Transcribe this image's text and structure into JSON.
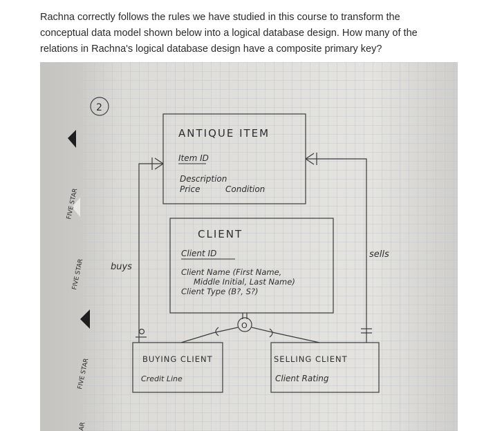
{
  "question": {
    "lines": [
      "Rachna correctly follows the rules we have studied in this course to transform the",
      "conceptual data model shown below into a logical database design. How many of the",
      "relations in Rachna's logical database design have a composite primary key?"
    ]
  },
  "diagram": {
    "page_number": "2",
    "antique_item": {
      "title": "ANTIQUE ITEM",
      "key": "Item ID",
      "attr1": "Description",
      "attr2": "Price",
      "attr3": "Condition"
    },
    "client": {
      "title": "CLIENT",
      "key": "Client ID",
      "attr1": "Client Name (First Name,",
      "attr2": "Middle Initial, Last Name)",
      "attr3": "Client Type (B?, S?)"
    },
    "buying_client": {
      "title": "BUYING CLIENT",
      "attr1": "Credit Line"
    },
    "selling_client": {
      "title": "SELLING CLIENT",
      "attr1": "Client Rating"
    },
    "relationships": {
      "buys": "buys",
      "sells": "sells"
    },
    "subtype_symbol": "O",
    "notebook_spine": [
      "FIVE STAR",
      "FIVE STAR",
      "FIVE STAR",
      "AR"
    ]
  }
}
